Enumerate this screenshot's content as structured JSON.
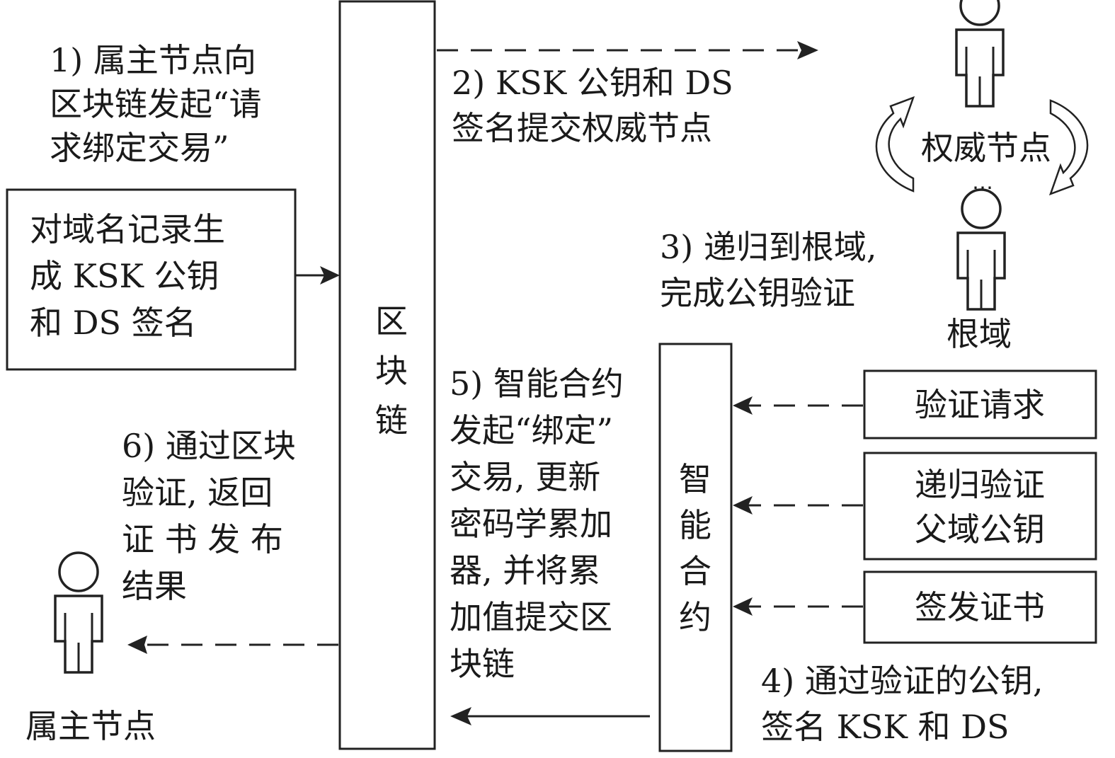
{
  "blockchain": {
    "chars": [
      "区",
      "块",
      "链"
    ]
  },
  "smart_contract": {
    "chars": [
      "智",
      "能",
      "合",
      "约"
    ]
  },
  "step1": {
    "lines": [
      "1) 属主节点向",
      "区块链发起“请",
      "求绑定交易”"
    ]
  },
  "record_box": {
    "lines": [
      "对域名记录生",
      "成 KSK 公钥",
      "和 DS 签名"
    ]
  },
  "step2": {
    "lines": [
      "2) KSK 公钥和 DS",
      "签名提交权威节点"
    ]
  },
  "authority": {
    "label": "权威节点",
    "ellipsis": "⋯"
  },
  "step3": {
    "lines": [
      "3) 递归到根域,",
      "完成公钥验证"
    ]
  },
  "root_domain": {
    "label": "根域"
  },
  "request_boxes": [
    {
      "lines": [
        "验证请求"
      ]
    },
    {
      "lines": [
        "递归验证",
        "父域公钥"
      ]
    },
    {
      "lines": [
        "签发证书"
      ]
    }
  ],
  "step4": {
    "lines": [
      "4) 通过验证的公钥,",
      "签名 KSK 和 DS"
    ]
  },
  "step5": {
    "lines": [
      "5) 智能合约",
      "发起“绑定”",
      "交易, 更新",
      "密码学累加",
      "器, 并将累",
      "加值提交区",
      "块链"
    ]
  },
  "step6": {
    "lines": [
      "6) 通过区块",
      "验证, 返回",
      "证 书 发 布",
      "结果"
    ]
  },
  "owner": {
    "label": "属主节点"
  }
}
